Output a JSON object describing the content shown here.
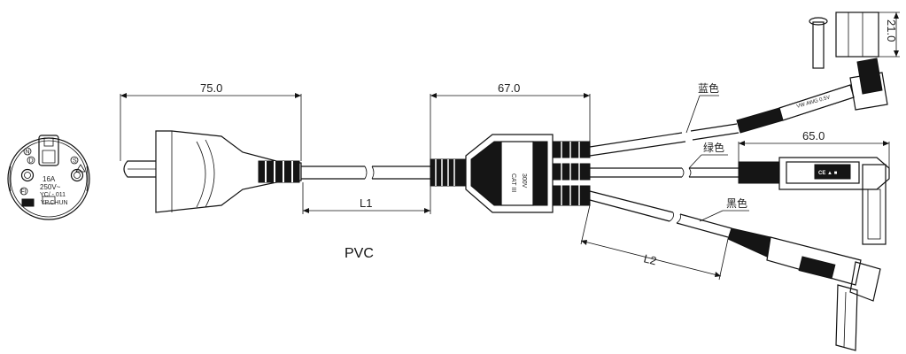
{
  "dimensions": {
    "plug_length": "75.0",
    "splitter_length": "67.0",
    "connector_length": "65.0",
    "connector_head": "21.0",
    "cable_length_l1": "L1",
    "branch_length_l2": "L2"
  },
  "wire_colors": {
    "blue": "蓝色",
    "green": "绿色",
    "black": "黑色"
  },
  "plug_face": {
    "rating_current": "16A",
    "rating_voltage": "250V~",
    "model": "YC/ - 011",
    "brand": "YP.CHUN",
    "mark_n": "N",
    "mark_d": "D",
    "mark_fi": "FI",
    "mark_s": "S"
  },
  "splitter": {
    "rating_cat": "CAT III",
    "rating_voltage": "300V"
  },
  "connector_text": "VW AWG 0.5V",
  "material": "PVC"
}
